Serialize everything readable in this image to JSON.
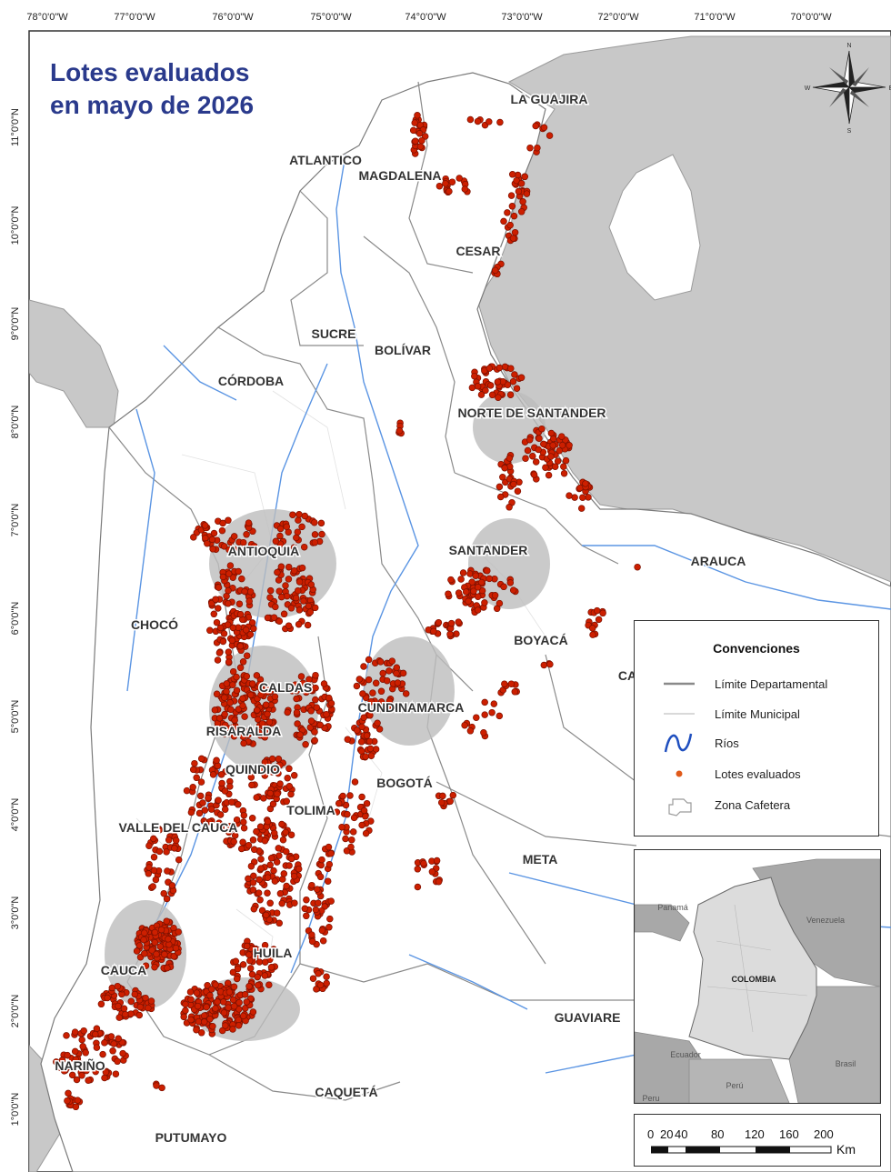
{
  "title": {
    "line1": "Lotes evaluados",
    "line2": "en mayo de 2026"
  },
  "longitude_labels": [
    "78°0'0\"W",
    "77°0'0\"W",
    "76°0'0\"W",
    "75°0'0\"W",
    "74°0'0\"W",
    "73°0'0\"W",
    "72°0'0\"W",
    "71°0'0\"W",
    "70°0'0\"W"
  ],
  "latitude_labels": [
    "11°0'0\"N",
    "10°0'0\"N",
    "9°0'0\"N",
    "8°0'0\"N",
    "7°0'0\"N",
    "6°0'0\"N",
    "5°0'0\"N",
    "4°0'0\"N",
    "3°0'0\"N",
    "2°0'0\"N",
    "1°0'0\"N"
  ],
  "departments": {
    "la_guajira": "LA GUAJIRA",
    "atlantico": "ATLANTICO",
    "magdalena": "MAGDALENA",
    "cesar": "CESAR",
    "sucre": "SUCRE",
    "bolivar": "BOLÍVAR",
    "cordoba": "CÓRDOBA",
    "norte_santander": "NORTE DE SANTANDER",
    "antioquia": "ANTIOQUIA",
    "santander": "SANTANDER",
    "arauca": "ARAUCA",
    "choco": "CHOCÓ",
    "boyaca": "BOYACÁ",
    "caldas": "CALDAS",
    "cundinamarca": "CUNDINAMARCA",
    "risaralda": "RISARALDA",
    "quindio": "QUINDIO",
    "bogota": "BOGOTÁ",
    "tolima": "TOLIMA",
    "valle": "VALLE DEL CAUCA",
    "meta": "META",
    "huila": "HUILA",
    "cauca": "CAUCA",
    "guaviare": "GUAVIARE",
    "narino": "NARIÑO",
    "caqueta": "CAQUETÁ",
    "putumayo": "PUTUMAYO",
    "casanare_partial": "CA"
  },
  "compass": {
    "n": "N",
    "s": "S",
    "e": "E",
    "w": "W"
  },
  "legend": {
    "title": "Convenciones",
    "items": [
      {
        "label": "Límite Departamental",
        "icon": "department-boundary-line",
        "color": "#8a8a8a"
      },
      {
        "label": "Límite Municipal",
        "icon": "municipal-boundary-line",
        "color": "#d9d9d9"
      },
      {
        "label": "Ríos",
        "icon": "river-line",
        "color": "#1f4fbf"
      },
      {
        "label": "Lotes evaluados",
        "icon": "lot-dot",
        "color": "#e05a1a"
      },
      {
        "label": "Zona Cafetera",
        "icon": "coffee-zone-outline",
        "color": "#9a9a9a"
      }
    ]
  },
  "inset": {
    "colombia": "COLOMBIA",
    "venezuela": "Venezuela",
    "panama": "Panamá",
    "ecuador": "Ecuador",
    "peru": "Perú",
    "peru2": "Peru",
    "brasil": "Brasil"
  },
  "scale": {
    "ticks": [
      "0",
      "20",
      "40",
      "80",
      "120",
      "160",
      "200"
    ],
    "unit": "Km"
  },
  "colors": {
    "lots": "#cc1f00",
    "lot_stroke": "#7a1000",
    "rivers": "#4f8fe0",
    "neighbor_land": "#c8c8c8",
    "coffee_zone": "#bdbdbd",
    "title": "#2a3a8c"
  }
}
